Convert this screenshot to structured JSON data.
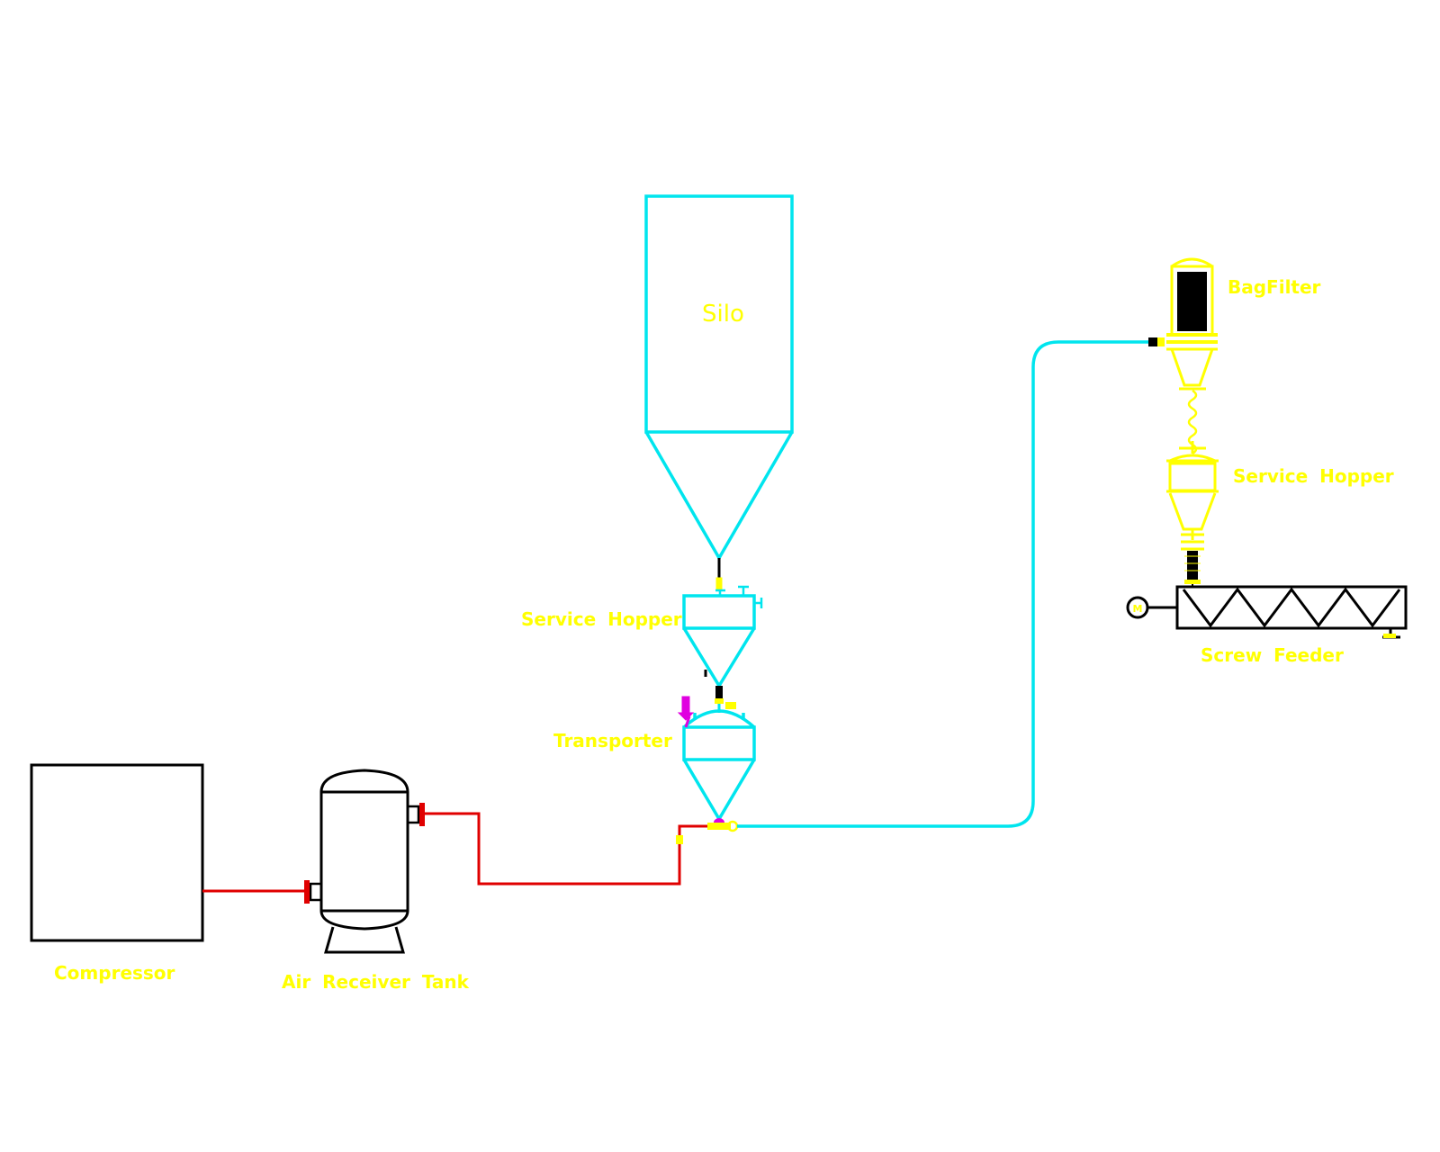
{
  "labels": {
    "silo": "Silo",
    "service_hopper_1": "Service Hopper",
    "transporter": "Transporter",
    "compressor": "Compressor",
    "air_receiver_tank": "Air Receiver Tank",
    "bag_filter": "BagFilter",
    "service_hopper_2": "Service Hopper",
    "screw_feeder": "Screw Feeder",
    "motor": "M"
  },
  "colors": {
    "material_line": "#00e5ee",
    "air_line": "#e00000",
    "equipment_outline": "#000000",
    "accessory": "#ffff00",
    "label_text": "#ffff00",
    "valve_accent": "#e000e0",
    "filter_fill": "#000000",
    "background": "#ffffff"
  }
}
